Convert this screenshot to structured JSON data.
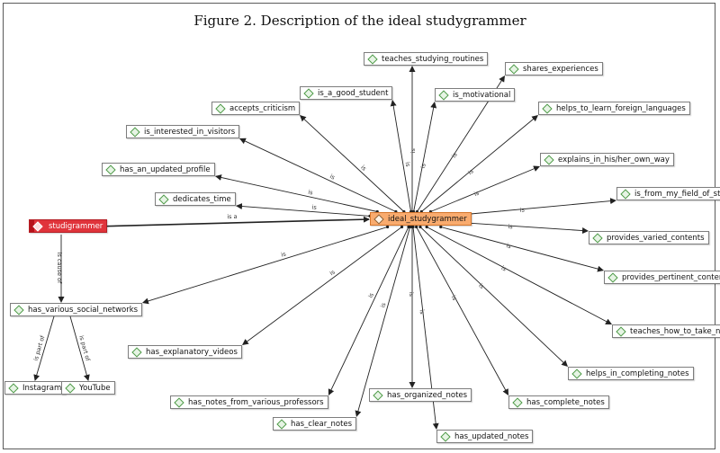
{
  "figure": {
    "title": "Figure 2. Description of the ideal studygrammer"
  },
  "diagram": {
    "center": "ideal_studygrammer",
    "origin": "studigrammer",
    "origin_relation": "is a",
    "radial_relation": "is",
    "attributes": [
      "teaches_studying_routines",
      "shares_experiences",
      "is_a_good_student",
      "is_motivational",
      "accepts_criticism",
      "helps_to_learn_foreign_languages",
      "is_interested_in_visitors",
      "explains_in_his/her_own_way",
      "has_an_updated_profile",
      "is_from_my_field_of_study",
      "dedicates_time",
      "provides_varied_contents",
      "provides_pertinent_contents",
      "has_various_social_networks",
      "teaches_how_to_take_notes",
      "has_explanatory_videos",
      "helps_in_completing_notes",
      "has_organized_notes",
      "has_notes_from_various_professors",
      "has_complete_notes",
      "has_clear_notes",
      "has_updated_notes"
    ],
    "cause_relation": "is cause of",
    "part_relation": "is part of",
    "networks": [
      "Instagram",
      "YouTube"
    ]
  }
}
